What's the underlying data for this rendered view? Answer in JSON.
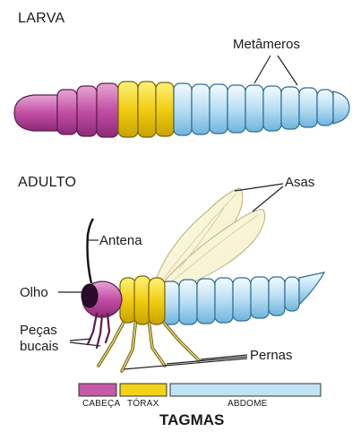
{
  "larva": {
    "heading": "LARVA",
    "metameres_label": "Metâmeros"
  },
  "adult": {
    "heading": "ADULTO",
    "wings_label": "Asas",
    "antenna_label": "Antena",
    "eye_label": "Olho",
    "mouthparts_label_line1": "Peças",
    "mouthparts_label_line2": "bucais",
    "legs_label": "Pernas"
  },
  "tagmata": {
    "head_label": "CABEÇA",
    "thorax_label": "TÓRAX",
    "abdomen_label": "ABDOME",
    "title": "TAGMAS"
  },
  "colors": {
    "head": "#c45aa8",
    "thorax": "#f2d21a",
    "abdomen": "#bfe3f5",
    "outline": "#333333"
  }
}
